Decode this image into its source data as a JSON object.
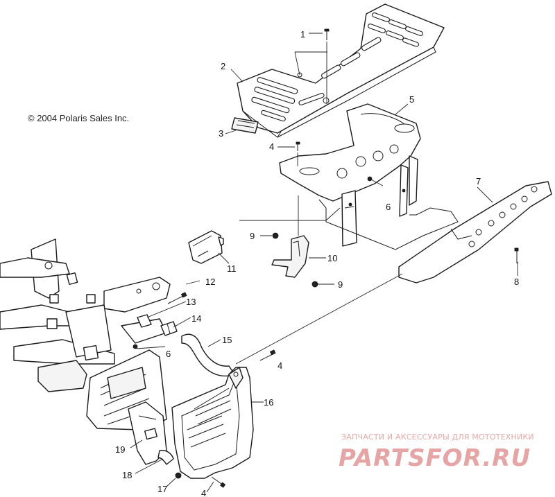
{
  "copyright": "© 2004 Polaris Sales Inc.",
  "watermark": {
    "tagline": "ЗАПЧАСТИ И АКСЕССУАРЫ ДЛЯ МОТОТЕХНИКИ",
    "brand": "PARTSFOR.RU",
    "color": "#e7a4a4"
  },
  "callouts": [
    "1",
    "2",
    "3",
    "4",
    "5",
    "6",
    "7",
    "8",
    "9",
    "10",
    "11",
    "12",
    "13",
    "14",
    "15",
    "6",
    "4",
    "16",
    "19",
    "18",
    "17",
    "4",
    "9"
  ]
}
